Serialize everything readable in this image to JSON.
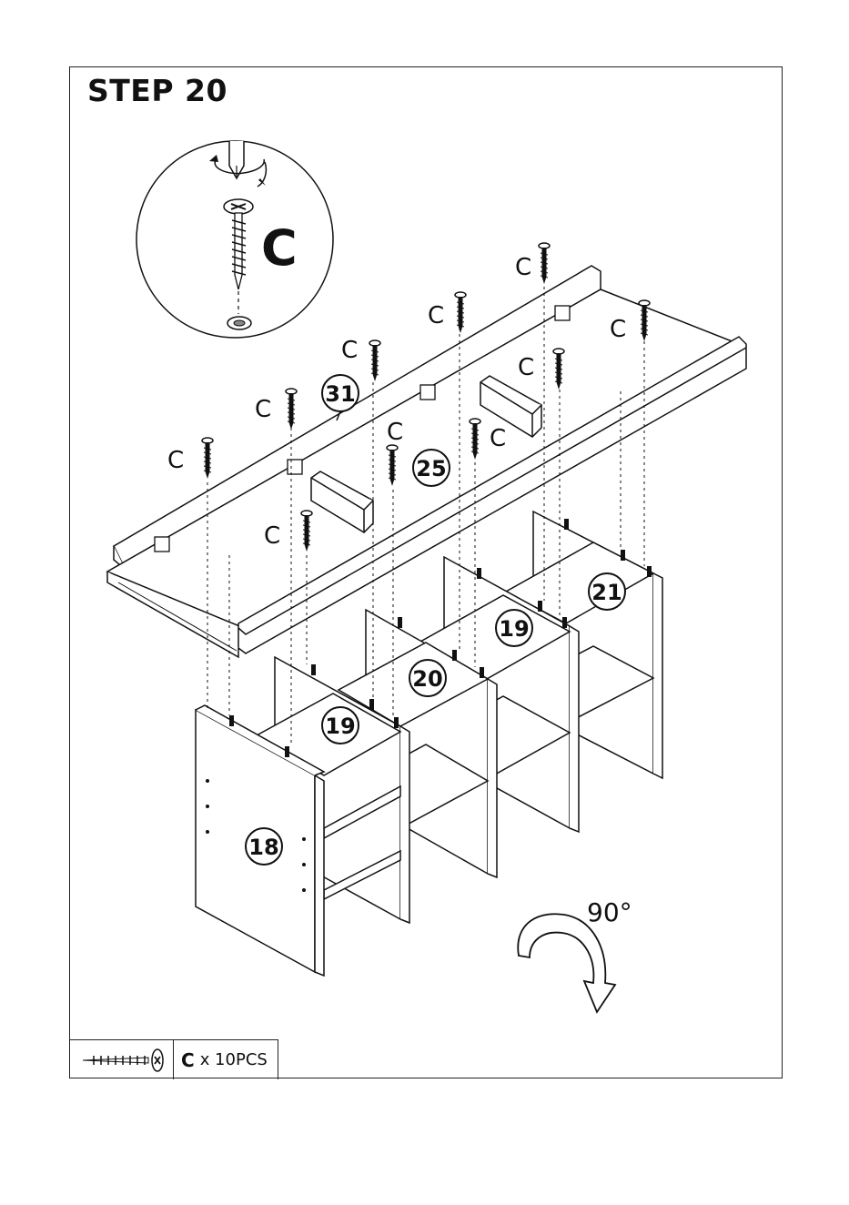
{
  "step": {
    "title": "STEP 20"
  },
  "detail": {
    "screw_letter": "C"
  },
  "parts": {
    "p31": "31",
    "p25": "25",
    "p21": "21",
    "p19a": "19",
    "p19b": "19",
    "p20": "20",
    "p18": "18"
  },
  "screw_label": "C",
  "rotation": {
    "label": "90°"
  },
  "legend": {
    "letter": "C",
    "quantity": "x 10PCS"
  }
}
